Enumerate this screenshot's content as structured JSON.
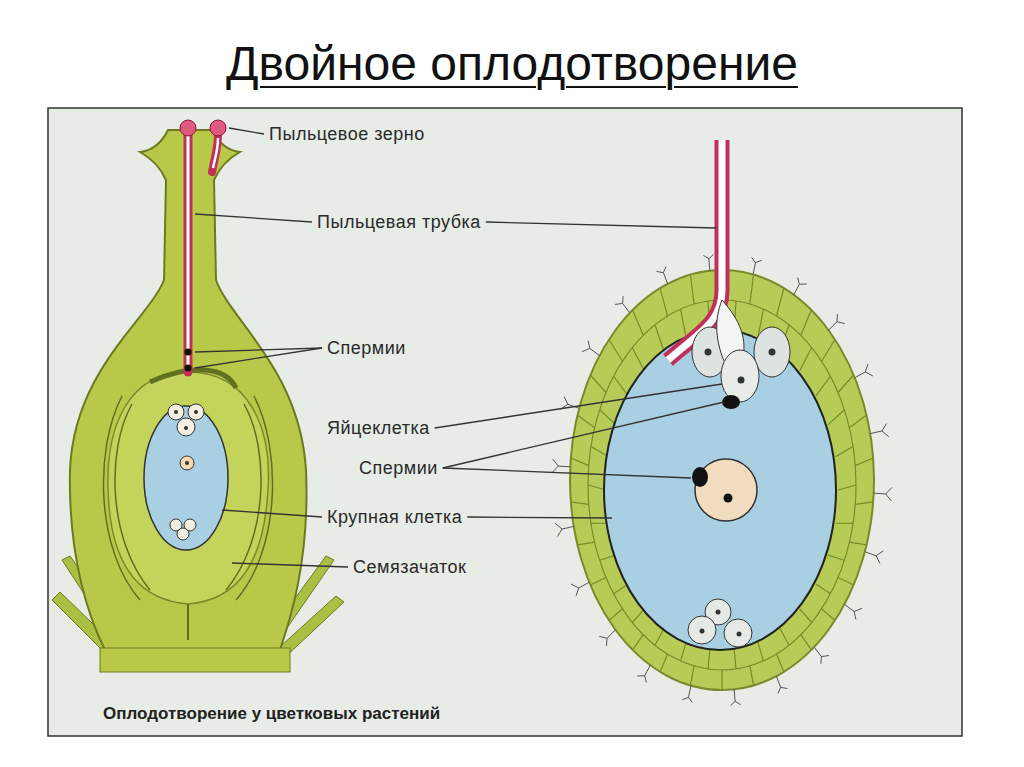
{
  "diagram": {
    "title": "Двойное оплодотворение",
    "caption": "Оплодотворение у цветковых растений",
    "labels": [
      "Пыльцевое зерно",
      "Пыльцевая трубка",
      "Спермии",
      "Яйцеклетка",
      "Спермии",
      "Крупная клетка",
      "Семязачаток"
    ]
  }
}
